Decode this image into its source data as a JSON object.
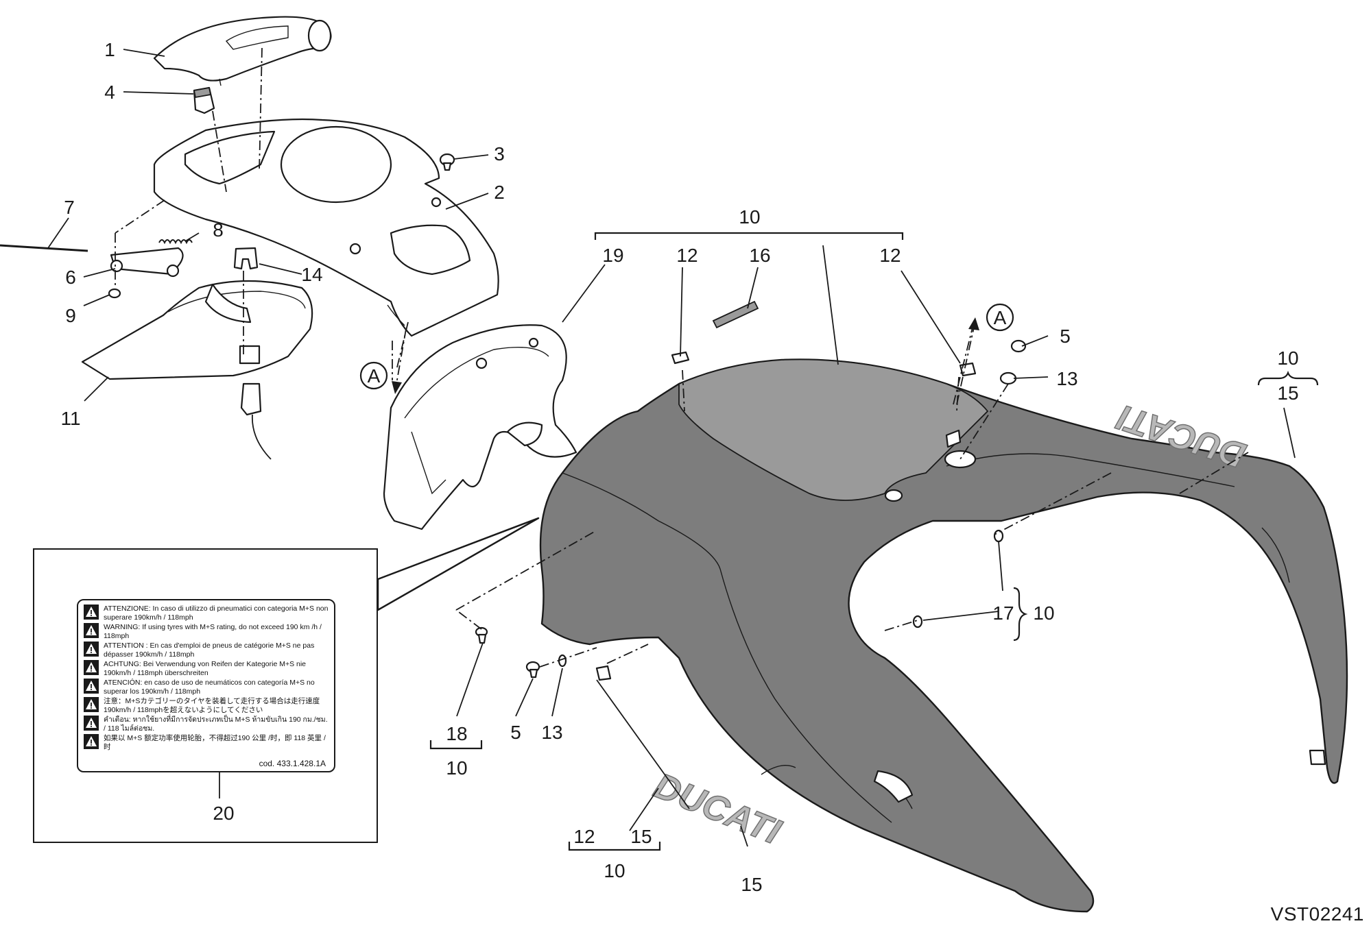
{
  "callouts": {
    "c1": "1",
    "c2": "2",
    "c3": "3",
    "c4": "4",
    "c5a": "5",
    "c6": "6",
    "c7": "7",
    "c8": "8",
    "c9": "9",
    "c10a": "10",
    "c11": "11",
    "c12a": "12",
    "c12b": "12",
    "c13a": "13",
    "c14": "14",
    "c16": "16",
    "c19": "19",
    "c10b": "10",
    "c15a": "15",
    "c17": "17",
    "c10c": "10",
    "c18": "18",
    "c10d": "10",
    "c5b": "5",
    "c13b": "13",
    "c12c": "12",
    "c15b": "15",
    "c10e": "10",
    "c15c": "15",
    "c20": "20"
  },
  "view_marker": "A",
  "logo_text": "DUCATI",
  "decal": {
    "warnings": [
      "ATTENZIONE: In caso di utilizzo di pneumatici con categoria M+S non superare 190km/h / 118mph",
      "WARNING: If using tyres with M+S rating, do not exceed 190 km /h / 118mph",
      "ATTENTION : En cas d'emploi de pneus de catégorie M+S ne pas dépasser 190km/h / 118mph",
      "ACHTUNG: Bei Verwendung von Reifen der Kategorie M+S nie 190km/h / 118mph überschreiten",
      "ATENCIÓN: en caso de uso de neumáticos con categoría M+S no superar los 190km/h / 118mph",
      "注意：M+Sカテゴリーのタイヤを装着して走行する場合は走行速度 190km/h / 118mphを超えないようにしてください",
      "คำเตือน: หากใช้ยางที่มีการจัดประเภทเป็น M+S ห้ามขับเกิน 190 กม./ชม. / 118 ไมล์ต่อชม.",
      "如果以 M+S 额定功率使用轮胎，不得超过190 公里 /时，即 118 英里 /时"
    ],
    "code": "cod. 433.1.428.1A"
  },
  "drawing_code": "VST02241"
}
